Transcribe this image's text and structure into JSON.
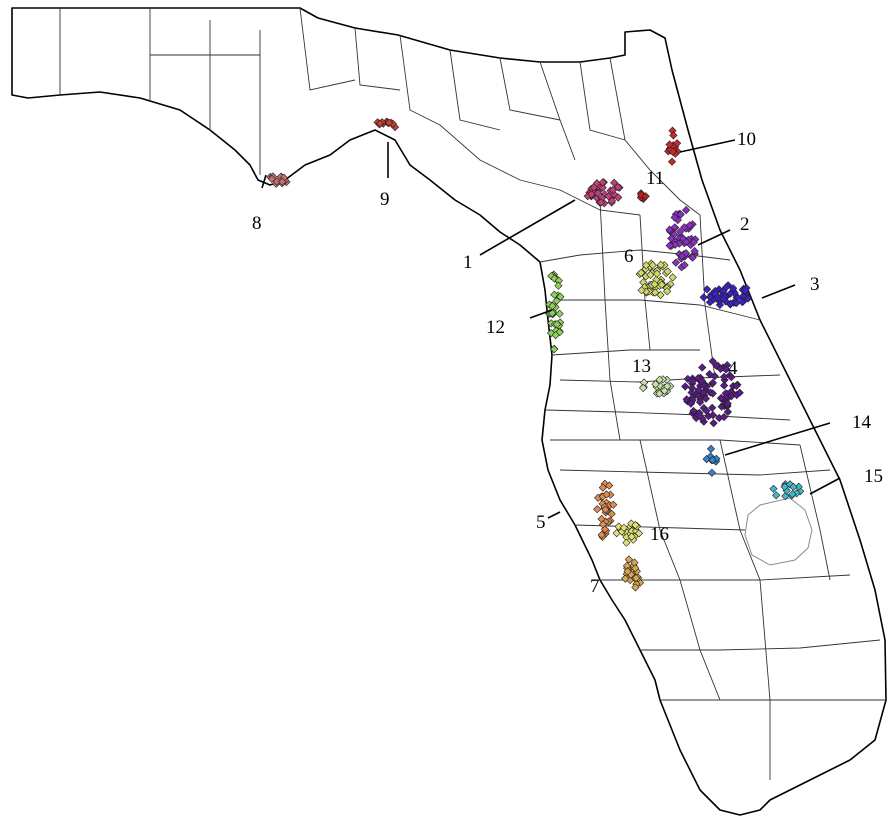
{
  "colors": {
    "background": "#ffffff",
    "border": "#000000",
    "lake": "#8a8a8a"
  },
  "clusters": [
    {
      "label": "1",
      "color": "#c0407a"
    },
    {
      "label": "2",
      "color": "#8a2fc0"
    },
    {
      "label": "3",
      "color": "#3b22c8"
    },
    {
      "label": "4",
      "color": "#5a1b86"
    },
    {
      "label": "5",
      "color": "#e08a50"
    },
    {
      "label": "6",
      "color": "#cfd86a"
    },
    {
      "label": "7",
      "color": "#d8a850"
    },
    {
      "label": "8",
      "color": "#c87070"
    },
    {
      "label": "9",
      "color": "#c84030"
    },
    {
      "label": "10",
      "color": "#c82a2a"
    },
    {
      "label": "11",
      "color": "#c02020"
    },
    {
      "label": "12",
      "color": "#8ed05a"
    },
    {
      "label": "13",
      "color": "#c8e0a8"
    },
    {
      "label": "14",
      "color": "#3a80c8"
    },
    {
      "label": "15",
      "color": "#40b8c8"
    },
    {
      "label": "16",
      "color": "#e0e070"
    }
  ]
}
